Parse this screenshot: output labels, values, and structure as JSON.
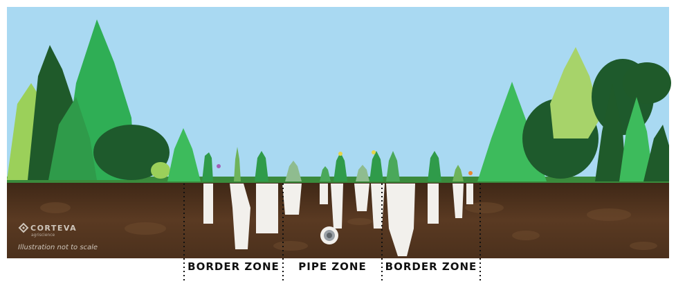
{
  "zones": [
    {
      "label": "BORDER ZONE"
    },
    {
      "label": "PIPE ZONE"
    },
    {
      "label": "BORDER ZONE"
    }
  ],
  "logo": {
    "name": "CORTEVA",
    "tagline": "agriscience"
  },
  "note": "Illustration not to scale",
  "colors": {
    "sky": "#a9d9f2",
    "soil": "#4a2f1c",
    "dark_green": "#1f5a2a",
    "mid_green": "#2f9b4a",
    "bright_green": "#3dbb5c",
    "light_green": "#9bd05a",
    "roots": "#f2f0ec"
  }
}
